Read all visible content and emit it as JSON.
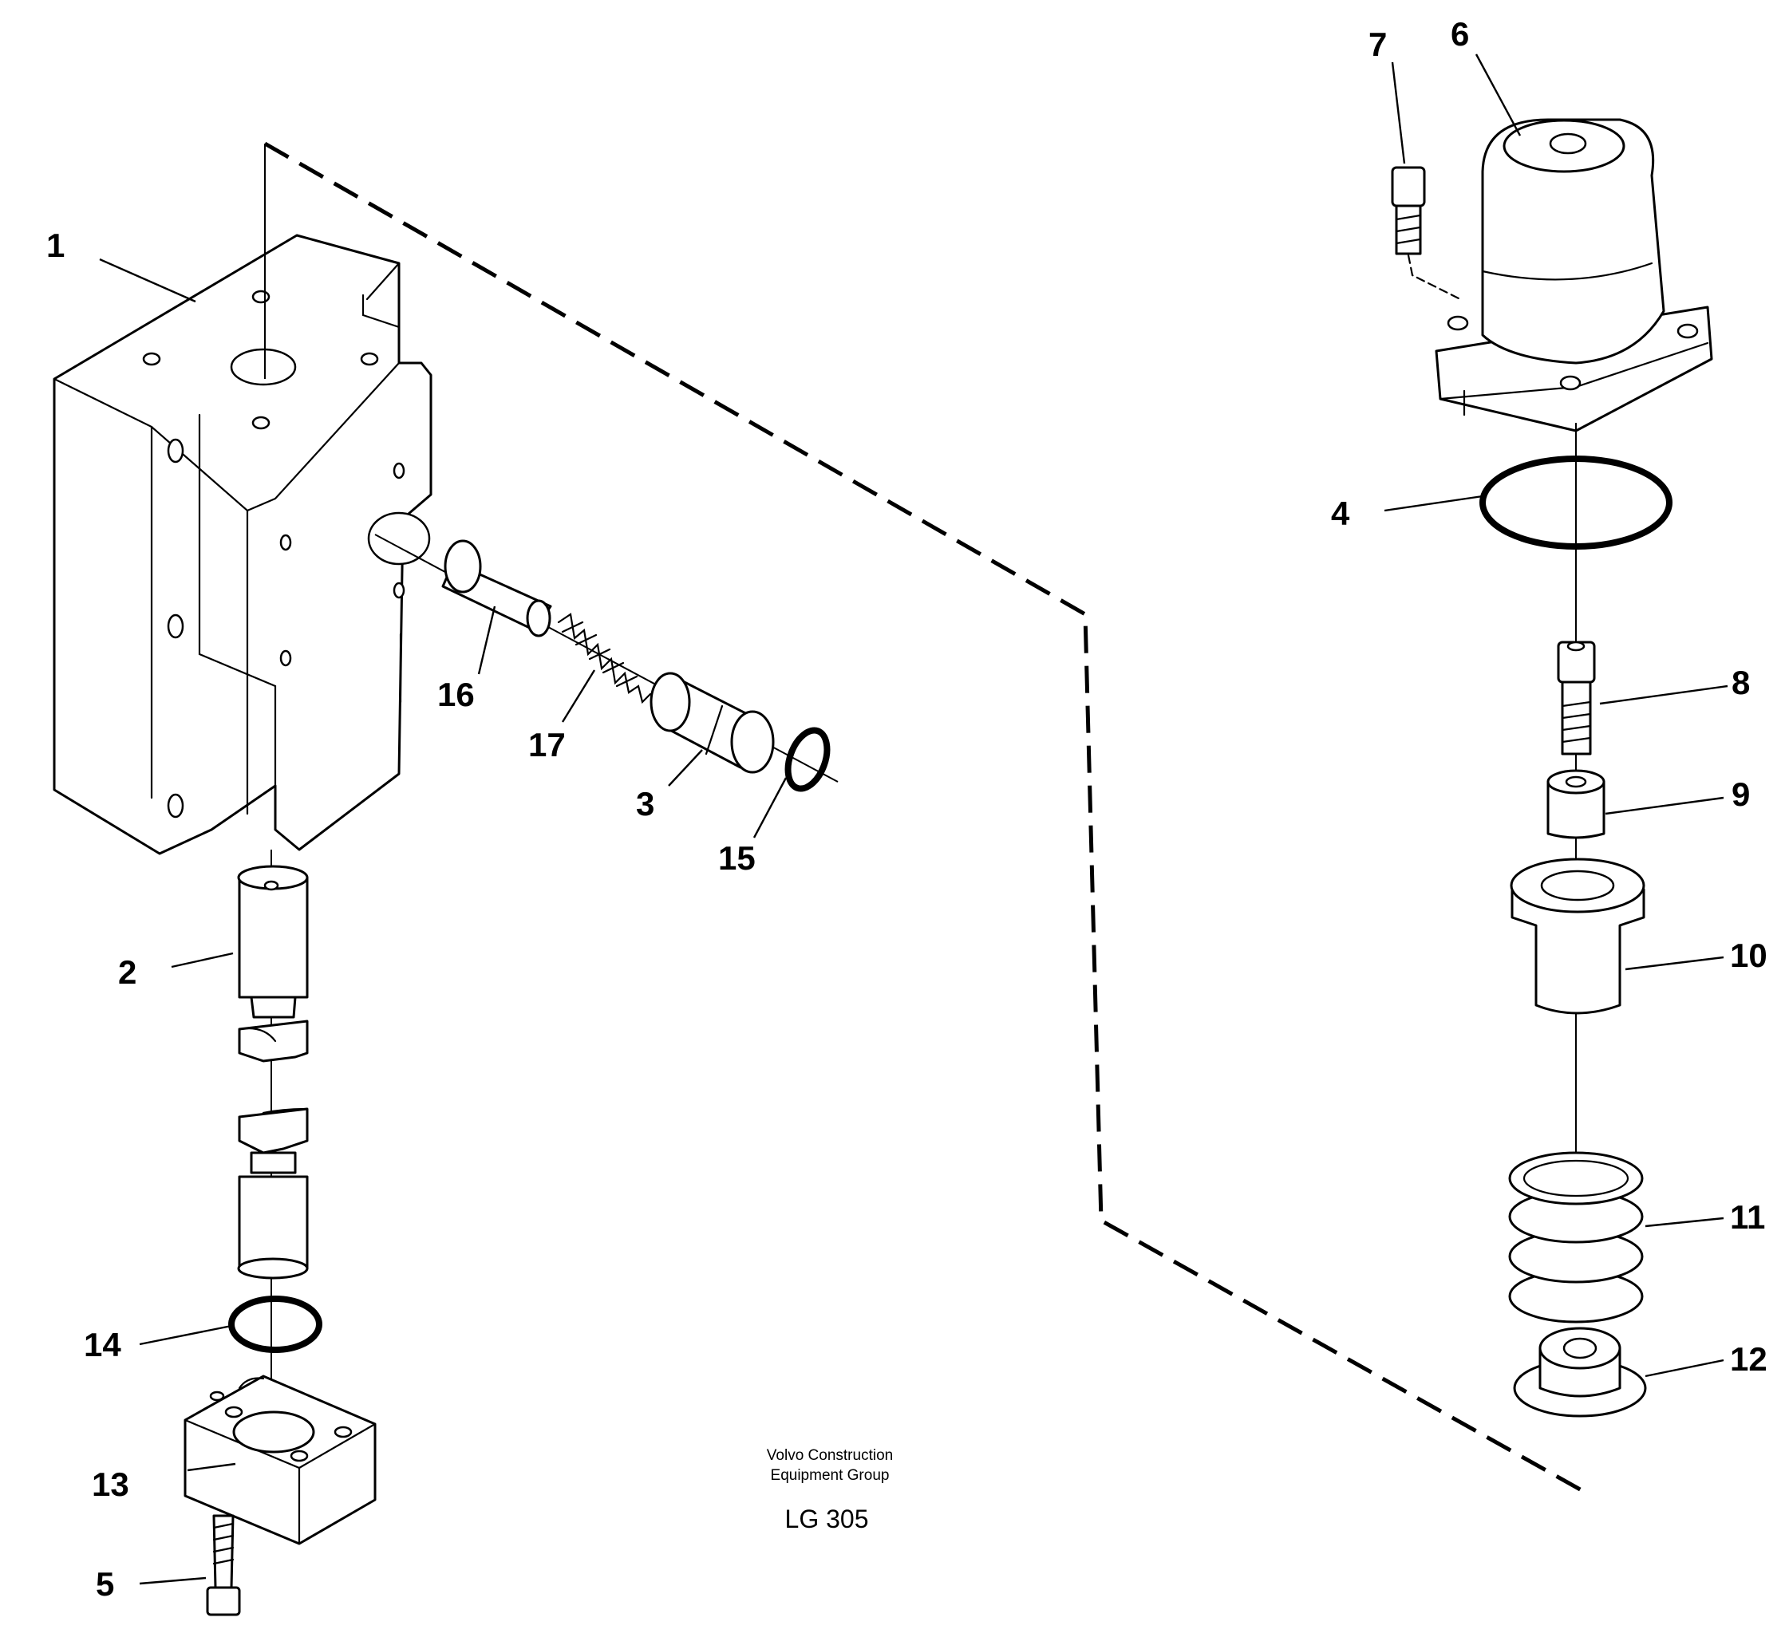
{
  "diagram": {
    "callouts": {
      "p1": "1",
      "p2": "2",
      "p3": "3",
      "p4": "4",
      "p5": "5",
      "p6": "6",
      "p7": "7",
      "p8": "8",
      "p9": "9",
      "p10": "10",
      "p11": "11",
      "p12": "12",
      "p13": "13",
      "p14": "14",
      "p15": "15",
      "p16": "16",
      "p17": "17"
    },
    "caption": {
      "line1": "Volvo Construction",
      "line2": "Equipment Group",
      "code": "LG 305"
    }
  }
}
